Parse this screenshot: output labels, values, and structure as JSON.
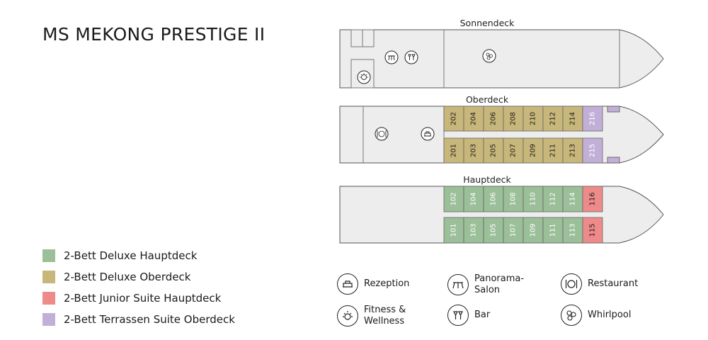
{
  "title": "MS MEKONG PRESTIGE II",
  "colors": {
    "deck_fill": "#ededed",
    "deck_stroke": "#555555",
    "deluxe_hauptdeck": "#9bbf98",
    "deluxe_oberdeck": "#c8b77a",
    "junior_suite": "#ef8a8a",
    "terrassen_suite": "#c2afd8"
  },
  "decks": {
    "sonnendeck": {
      "label": "Sonnendeck"
    },
    "oberdeck": {
      "label": "Oberdeck",
      "top_row": [
        "202",
        "204",
        "206",
        "208",
        "210",
        "212",
        "214"
      ],
      "top_suite": "216",
      "bottom_row": [
        "201",
        "203",
        "205",
        "207",
        "209",
        "211",
        "213"
      ],
      "bottom_suite": "215"
    },
    "hauptdeck": {
      "label": "Hauptdeck",
      "top_row": [
        "102",
        "104",
        "106",
        "108",
        "110",
        "112",
        "114"
      ],
      "top_suite": "116",
      "bottom_row": [
        "101",
        "103",
        "105",
        "107",
        "109",
        "111",
        "113"
      ],
      "bottom_suite": "115"
    }
  },
  "legend": [
    {
      "label": "2-Bett Deluxe Hauptdeck",
      "color": "#9bbf98"
    },
    {
      "label": "2-Bett Deluxe Oberdeck",
      "color": "#c8b77a"
    },
    {
      "label": "2-Bett Junior Suite Hauptdeck",
      "color": "#ef8a8a"
    },
    {
      "label": "2-Bett Terrassen Suite Oberdeck",
      "color": "#c2afd8"
    }
  ],
  "icon_legend": {
    "rezeption": {
      "label": "Rezeption",
      "icon": "reception-icon"
    },
    "panorama": {
      "label": "Panorama-\nSalon",
      "icon": "lounge-icon"
    },
    "restaurant": {
      "label": "Restaurant",
      "icon": "restaurant-icon"
    },
    "fitness": {
      "label": "Fitness &\nWellness",
      "icon": "fitness-icon"
    },
    "bar": {
      "label": "Bar",
      "icon": "bar-icon"
    },
    "whirlpool": {
      "label": "Whirlpool",
      "icon": "whirlpool-icon"
    }
  }
}
